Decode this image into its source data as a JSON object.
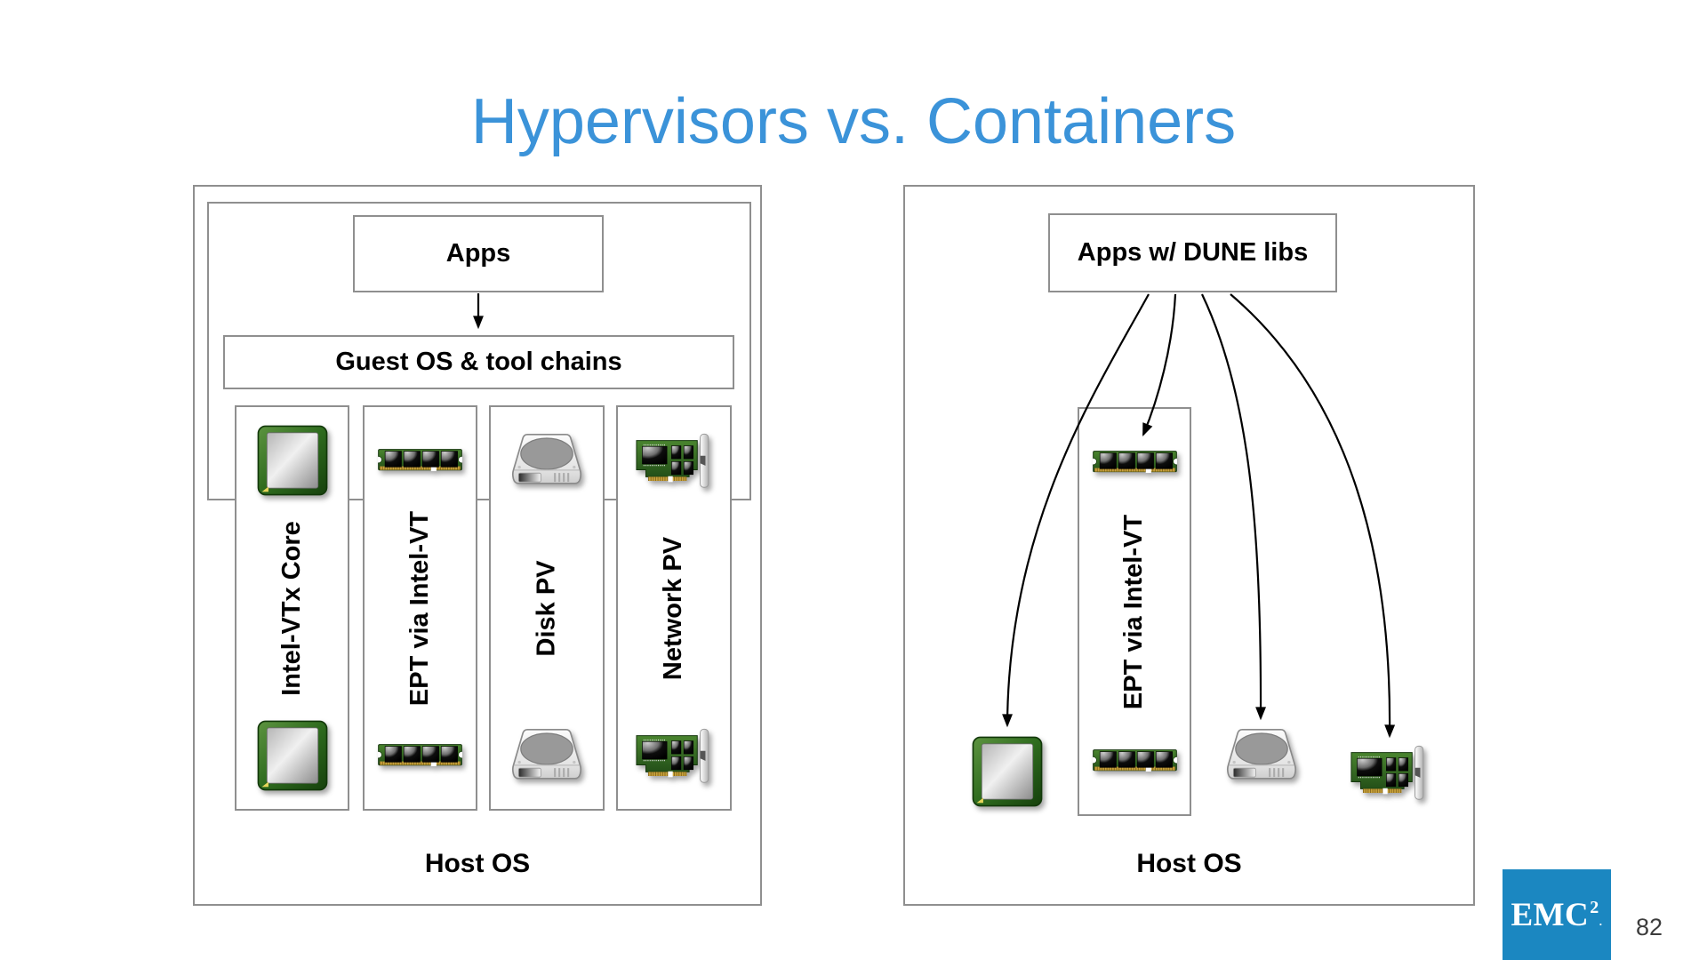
{
  "slide": {
    "title": "Hypervisors vs. Containers",
    "page_number": "82",
    "logo": {
      "text": "EMC",
      "sup": "2",
      "dot": "."
    },
    "colors": {
      "title_blue": "#3B93D9",
      "logo_blue": "#1B87C1",
      "box_border_gray": "#8F8F8F",
      "pcb_green": "#2E6B1E",
      "arrow_black": "#000000"
    }
  },
  "left_diagram": {
    "apps_label": "Apps",
    "guest_os_label": "Guest OS & tool chains",
    "host_os_label": "Host OS",
    "columns": [
      {
        "label": "Intel-VTx Core",
        "top_icon": "cpu-chip-icon",
        "bottom_icon": "cpu-chip-icon"
      },
      {
        "label": "EPT via Intel-VT",
        "top_icon": "ram-icon",
        "bottom_icon": "ram-icon"
      },
      {
        "label": "Disk PV",
        "top_icon": "disk-icon",
        "bottom_icon": "disk-icon"
      },
      {
        "label": "Network PV",
        "top_icon": "network-card-icon",
        "bottom_icon": "network-card-icon"
      }
    ]
  },
  "right_diagram": {
    "apps_label": "Apps w/ DUNE libs",
    "host_os_label": "Host OS",
    "column": {
      "label": "EPT via Intel-VT",
      "top_icon": "ram-icon",
      "bottom_icon": "ram-icon"
    },
    "standalone_icons": [
      "cpu-chip-icon",
      "disk-icon",
      "network-card-icon"
    ],
    "arrow_targets": [
      "cpu-chip",
      "ept-ram",
      "disk",
      "network-card"
    ]
  }
}
